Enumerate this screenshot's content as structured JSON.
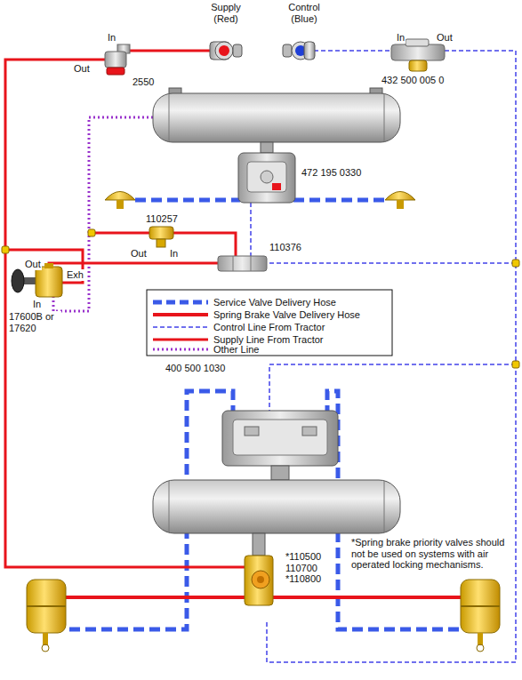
{
  "diagram": {
    "labels": [
      "Supply (Red)",
      "Control (Blue)",
      "In",
      "Out",
      "2550",
      "In",
      "Out",
      "432 500 005 0",
      "472 195 0330",
      "110257",
      "Out",
      "In",
      "110376",
      "Out",
      "Exh",
      "In",
      "17600B or 17620",
      "400 500 1030",
      "*110500 110700 *110800",
      "*Spring brake priority valves should not be used on systems with air operated locking mechanisms."
    ],
    "legend": [
      {
        "text": "Service Valve Delivery Hose"
      },
      {
        "text": "Spring Brake Valve Delivery Hose"
      },
      {
        "text": "Control Line From Tractor"
      },
      {
        "text": "Supply Line From Tractor"
      },
      {
        "text": "Other Line"
      }
    ]
  }
}
